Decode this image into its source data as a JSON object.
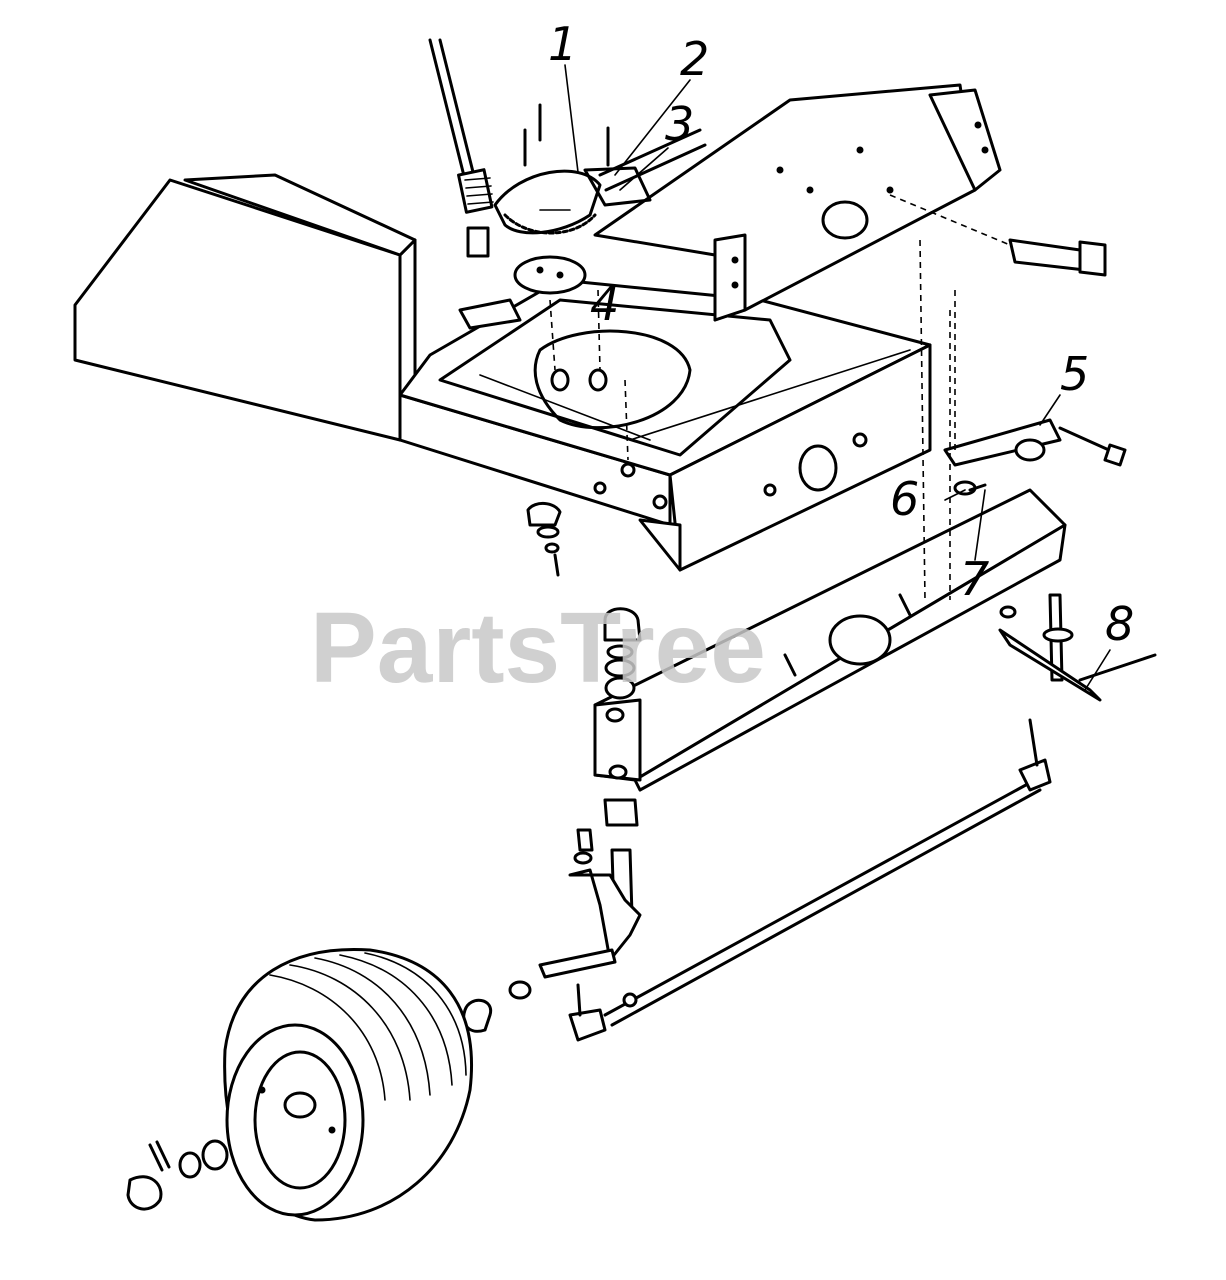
{
  "watermark": "PartsTree",
  "callouts": [
    {
      "id": "1",
      "label": "1"
    },
    {
      "id": "2",
      "label": "2"
    },
    {
      "id": "3",
      "label": "3"
    },
    {
      "id": "4",
      "label": "4"
    },
    {
      "id": "5",
      "label": "5"
    },
    {
      "id": "6",
      "label": "6"
    },
    {
      "id": "7",
      "label": "7"
    },
    {
      "id": "8",
      "label": "8"
    }
  ]
}
